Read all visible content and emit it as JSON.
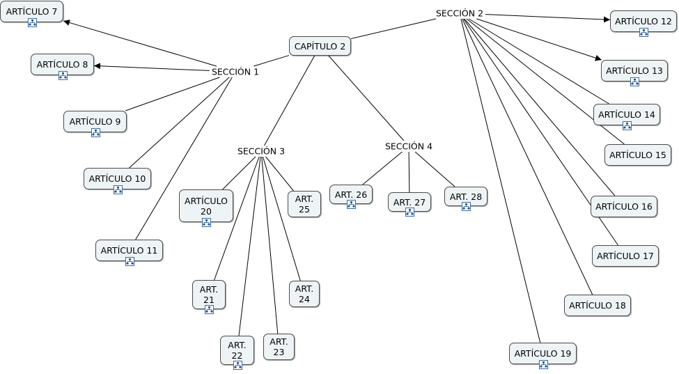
{
  "concepts": [
    {
      "id": "cap2",
      "text": "CAPÍTULO 2",
      "kind": "box",
      "icon": false
    },
    {
      "id": "sec1",
      "text": "SECCIÓN 1",
      "kind": "label"
    },
    {
      "id": "sec2",
      "text": "SECCIÓN 2",
      "kind": "label"
    },
    {
      "id": "sec3",
      "text": "SECCIÓN 3",
      "kind": "label"
    },
    {
      "id": "sec4",
      "text": "SECCIÓN 4",
      "kind": "label"
    },
    {
      "id": "a7",
      "text": "ARTÍCULO 7",
      "kind": "box",
      "icon": true
    },
    {
      "id": "a8",
      "text": "ARTÍCULO 8",
      "kind": "box",
      "icon": true
    },
    {
      "id": "a9",
      "text": "ARTÍCULO 9",
      "kind": "box",
      "icon": true
    },
    {
      "id": "a10",
      "text": "ARTÍCULO 10",
      "kind": "box",
      "icon": true
    },
    {
      "id": "a11",
      "text": "ARTÍCULO 11",
      "kind": "box",
      "icon": true
    },
    {
      "id": "a12",
      "text": "ARTÍCULO 12",
      "kind": "box",
      "icon": true
    },
    {
      "id": "a13",
      "text": "ARTÍCULO 13",
      "kind": "box",
      "icon": true
    },
    {
      "id": "a14",
      "text": "ARTÍCULO 14",
      "kind": "box",
      "icon": true
    },
    {
      "id": "a15",
      "text": "ARTÍCULO 15",
      "kind": "box",
      "icon": false
    },
    {
      "id": "a16",
      "text": "ARTÍCULO 16",
      "kind": "box",
      "icon": false
    },
    {
      "id": "a17",
      "text": "ARTÍCULO 17",
      "kind": "box",
      "icon": false
    },
    {
      "id": "a18",
      "text": "ARTÍCULO 18",
      "kind": "box",
      "icon": false
    },
    {
      "id": "a19",
      "text": "ARTÍCULO 19",
      "kind": "box",
      "icon": true
    },
    {
      "id": "a20",
      "text": "ARTÍCULO\n20",
      "kind": "box",
      "icon": true
    },
    {
      "id": "a21",
      "text": "ART.\n21",
      "kind": "box",
      "icon": true
    },
    {
      "id": "a22",
      "text": "ART.\n22",
      "kind": "box",
      "icon": true
    },
    {
      "id": "a23",
      "text": "ART.\n23",
      "kind": "box",
      "icon": false
    },
    {
      "id": "a24",
      "text": "ART.\n24",
      "kind": "box",
      "icon": false
    },
    {
      "id": "a25",
      "text": "ART.\n25",
      "kind": "box",
      "icon": false
    },
    {
      "id": "a26",
      "text": "ART. 26",
      "kind": "box",
      "icon": true
    },
    {
      "id": "a27",
      "text": "ART. 27",
      "kind": "box",
      "icon": true
    },
    {
      "id": "a28",
      "text": "ART. 28",
      "kind": "box",
      "icon": true
    }
  ],
  "links": [
    {
      "from": "cap2",
      "to": "sec1",
      "arrow": false
    },
    {
      "from": "cap2",
      "to": "sec2",
      "arrow": false
    },
    {
      "from": "cap2",
      "to": "sec3",
      "arrow": false
    },
    {
      "from": "cap2",
      "to": "sec4",
      "arrow": false
    },
    {
      "from": "sec1",
      "to": "a7",
      "arrow": true
    },
    {
      "from": "sec1",
      "to": "a8",
      "arrow": true
    },
    {
      "from": "sec1",
      "to": "a9",
      "arrow": false
    },
    {
      "from": "sec1",
      "to": "a10",
      "arrow": false
    },
    {
      "from": "sec1",
      "to": "a11",
      "arrow": false
    },
    {
      "from": "sec2",
      "to": "a12",
      "arrow": true
    },
    {
      "from": "sec2",
      "to": "a13",
      "arrow": true
    },
    {
      "from": "sec2",
      "to": "a14",
      "arrow": false
    },
    {
      "from": "sec2",
      "to": "a15",
      "arrow": false
    },
    {
      "from": "sec2",
      "to": "a16",
      "arrow": false
    },
    {
      "from": "sec2",
      "to": "a17",
      "arrow": false
    },
    {
      "from": "sec2",
      "to": "a18",
      "arrow": false
    },
    {
      "from": "sec2",
      "to": "a19",
      "arrow": false
    },
    {
      "from": "sec3",
      "to": "a20",
      "arrow": false
    },
    {
      "from": "sec3",
      "to": "a21",
      "arrow": false
    },
    {
      "from": "sec3",
      "to": "a22",
      "arrow": false
    },
    {
      "from": "sec3",
      "to": "a23",
      "arrow": false
    },
    {
      "from": "sec3",
      "to": "a24",
      "arrow": false
    },
    {
      "from": "sec3",
      "to": "a25",
      "arrow": false
    },
    {
      "from": "sec4",
      "to": "a26",
      "arrow": false
    },
    {
      "from": "sec4",
      "to": "a27",
      "arrow": false
    },
    {
      "from": "sec4",
      "to": "a28",
      "arrow": false
    }
  ]
}
